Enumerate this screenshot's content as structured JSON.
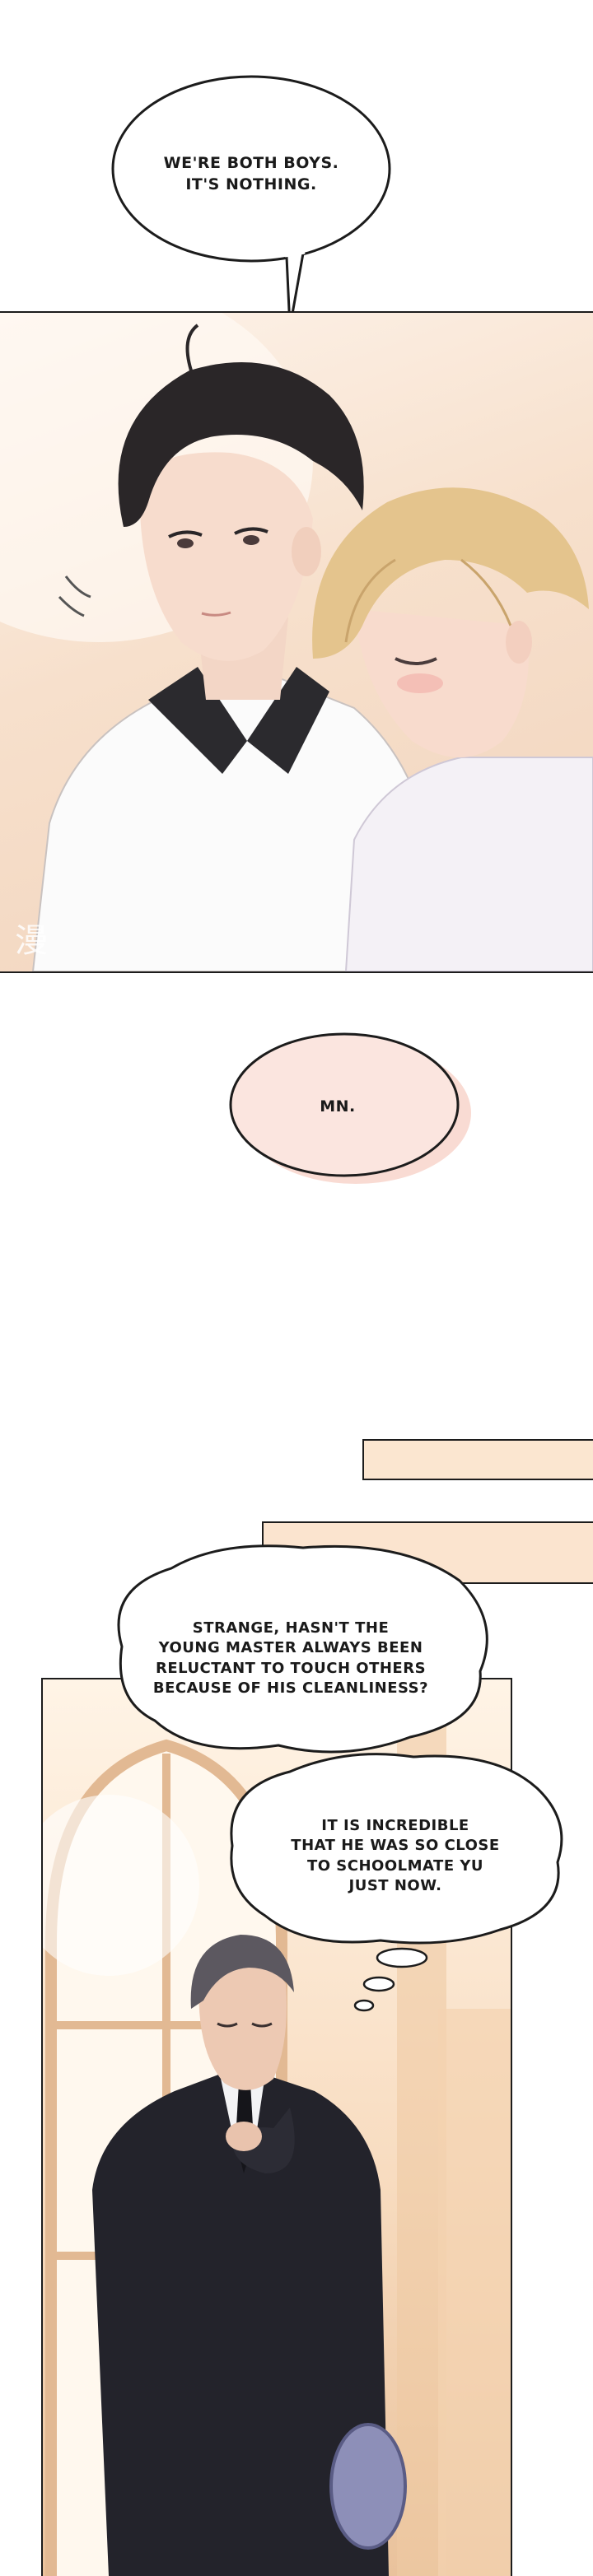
{
  "bubbles": {
    "b1": {
      "line1": "WE'RE BOTH BOYS.",
      "line2": "IT'S NOTHING."
    },
    "b2": {
      "text": "MN."
    },
    "b3": {
      "line1": "STRANGE, HASN'T THE",
      "line2": "YOUNG MASTER ALWAYS BEEN",
      "line3": "RELUCTANT TO TOUCH OTHERS",
      "line4": "BECAUSE OF HIS CLEANLINESS?"
    },
    "b4": {
      "line1": "IT IS INCREDIBLE",
      "line2": "THAT HE WAS SO CLOSE",
      "line3": "TO SCHOOLMATE YU",
      "line4": "JUST NOW."
    }
  },
  "watermark": {
    "text": "漫"
  },
  "colors": {
    "panel1_bg": "#f6e1cf",
    "bubble_fill": "#ffffff",
    "pink_bubble": "#f9dcd6",
    "beige_bar": "#fbe6d0",
    "suit": "#23232b",
    "hair_dark": "#2a2628",
    "hair_blond": "#e4c48d"
  }
}
